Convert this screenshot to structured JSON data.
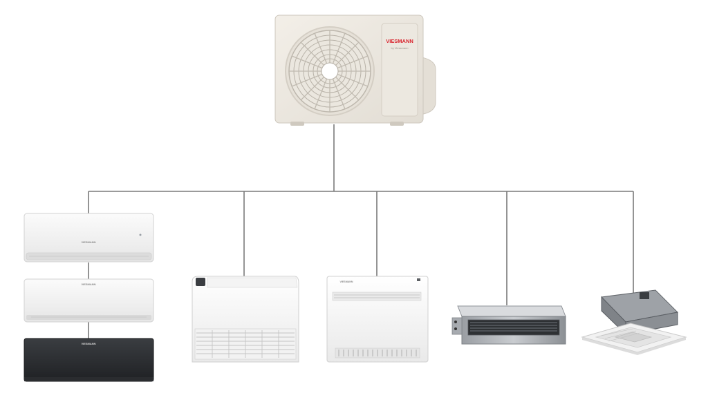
{
  "diagram": {
    "outdoor_unit": {
      "brand": "VIESMANN",
      "sub_brand": "by Viessmann",
      "icon": "outdoor-unit-icon"
    },
    "indoor_units": {
      "wall_light_1": {
        "brand": "VIESMANN",
        "icon": "wall-split-icon"
      },
      "wall_light_2": {
        "brand": "VIESMANN",
        "icon": "wall-split-icon"
      },
      "wall_dark": {
        "brand": "VIESMANN",
        "icon": "wall-split-dark-icon"
      },
      "floor_ceiling": {
        "icon": "floor-ceiling-unit-icon"
      },
      "console": {
        "brand": "VIESMANN",
        "icon": "console-unit-icon"
      },
      "ducted": {
        "icon": "ducted-unit-icon"
      },
      "cassette": {
        "icon": "cassette-unit-icon"
      }
    },
    "colors": {
      "connector": "#7a7a7a",
      "outdoor_body": "#efeae2",
      "brand_red": "#d9232d",
      "dark_unit": "#2b2d30"
    }
  }
}
